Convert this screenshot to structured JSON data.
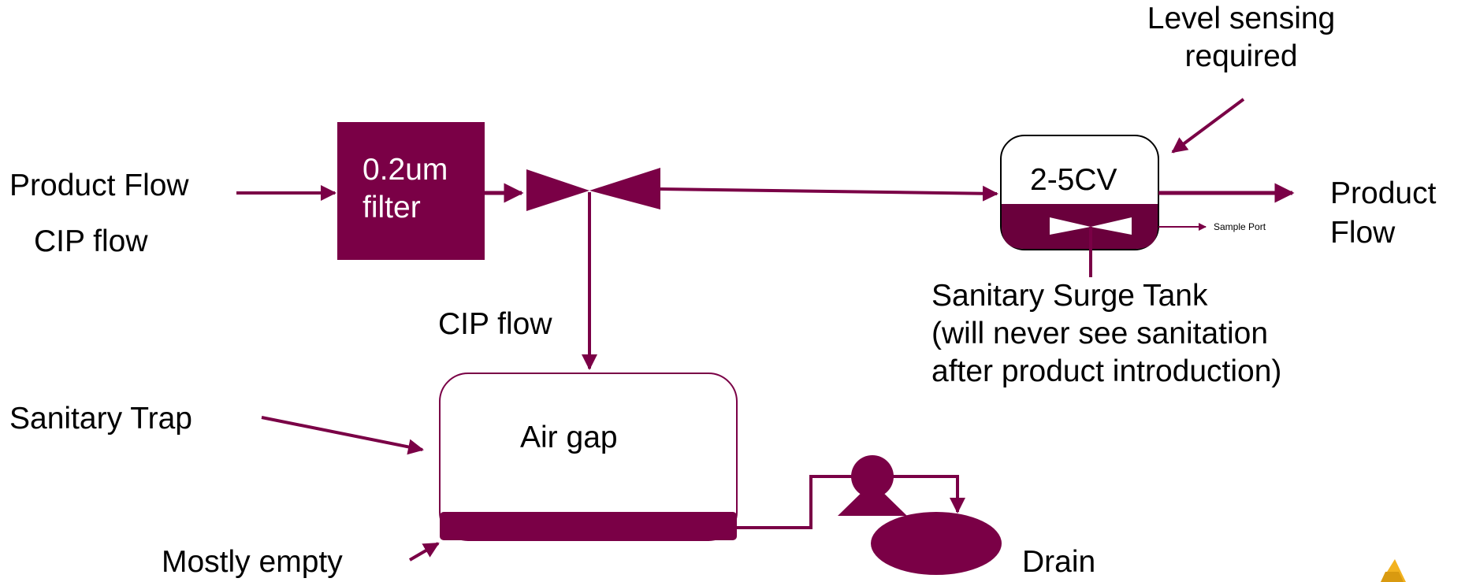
{
  "colors": {
    "accent": "#7a0046",
    "accent_dark": "#6a003c",
    "text": "#000000",
    "logo": "#f2b21f"
  },
  "labels": {
    "product_flow_in": "Product Flow",
    "cip_flow_in": "CIP flow",
    "filter_line1": "0.2um",
    "filter_line2": "filter",
    "cip_flow_down": "CIP flow",
    "sanitary_trap": "Sanitary Trap",
    "air_gap": "Air gap",
    "mostly_empty": "Mostly empty",
    "drain": "Drain",
    "level_line1": "Level sensing",
    "level_line2": "required",
    "surge_volume": "2-5CV",
    "sample_port": "Sample Port",
    "product_out_line1": "Product",
    "product_out_line2": "Flow",
    "surge_tank_line1": "Sanitary Surge Tank",
    "surge_tank_line2": "(will never see sanitation",
    "surge_tank_line3": "after product introduction)"
  },
  "icons": {
    "inlet_valve": "butterfly-valve-icon",
    "sample_valve": "butterfly-valve-icon",
    "pump": "pump-icon",
    "drain": "drain-tank-icon",
    "logo": "logo-icon"
  }
}
